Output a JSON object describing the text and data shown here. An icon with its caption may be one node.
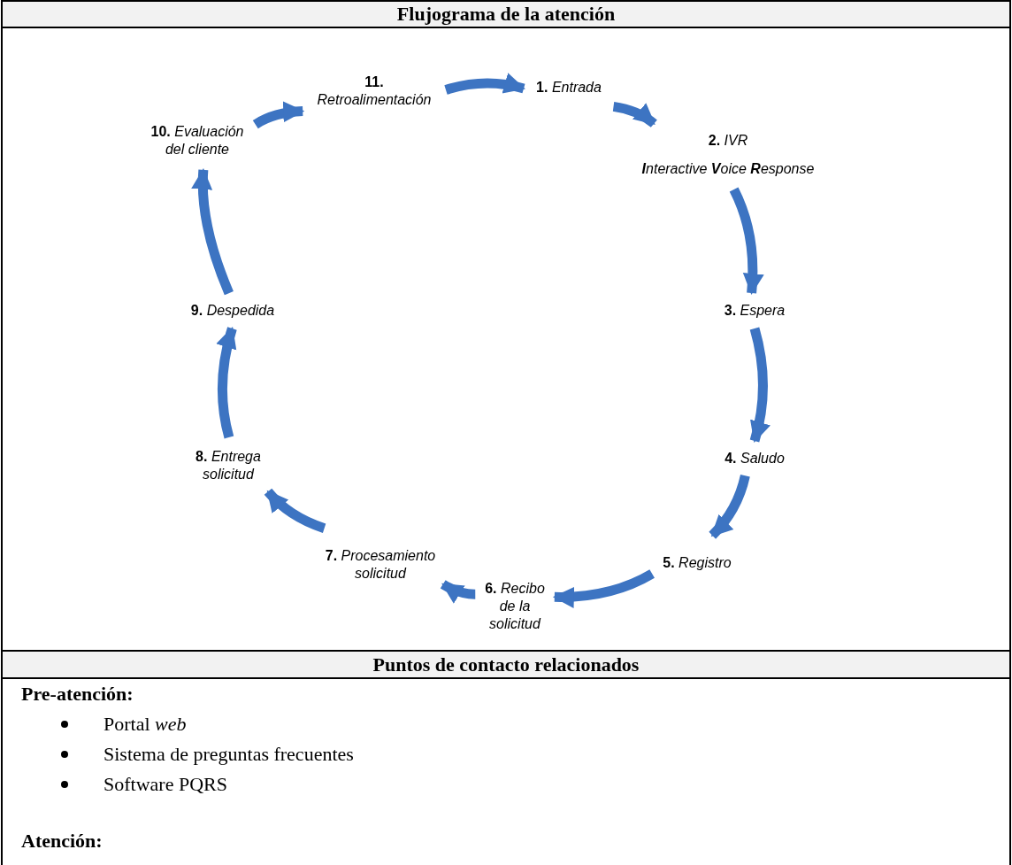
{
  "diagram": {
    "title": "Flujograma de la atención",
    "nodes": [
      {
        "text": [
          "**1.** *Entrada*"
        ]
      },
      {
        "text": [
          "**2.** *IVR*",
          "**I**nteractive **V**oice **R**esponse"
        ]
      },
      {
        "text": [
          "**3.** *Espera*"
        ]
      },
      {
        "text": [
          "**4.** *Saludo*"
        ]
      },
      {
        "text": [
          "**5.** *Registro*"
        ]
      },
      {
        "text": [
          "**6.** *Recibo de la solicitud*"
        ]
      },
      {
        "text": [
          "**7.** *Procesamiento solicitud*"
        ]
      },
      {
        "text": [
          "**8.** *Entrega solicitud*"
        ]
      },
      {
        "text": [
          "**9.** *Despedida*"
        ]
      },
      {
        "text": [
          "**10.** *Evaluación del cliente*"
        ]
      },
      {
        "text": [
          "**11.** *Retroalimentación*"
        ]
      }
    ],
    "edges": [
      {
        "from": 0,
        "to": 1,
        "arrow": "to"
      },
      {
        "from": 1,
        "to": 2,
        "arrow": "to"
      },
      {
        "from": 2,
        "to": 3,
        "arrow": "to"
      },
      {
        "from": 3,
        "to": 4,
        "arrow": "to"
      },
      {
        "from": 4,
        "to": 5,
        "arrow": "to"
      },
      {
        "from": 5,
        "to": 6,
        "arrow": "to"
      },
      {
        "from": 6,
        "to": 7,
        "arrow": "to"
      },
      {
        "from": 7,
        "to": 8,
        "arrow": "to"
      },
      {
        "from": 8,
        "to": 9,
        "arrow": "to"
      },
      {
        "from": 9,
        "to": 10,
        "arrow": "to"
      },
      {
        "from": 10,
        "to": 0,
        "arrow": "to"
      }
    ],
    "labels": [
      "Puntos de contacto relacionados",
      "Pre-atención:",
      "Portal *web*",
      "Sistema de preguntas frecuentes",
      "Software PQRS",
      "Atención:"
    ]
  }
}
